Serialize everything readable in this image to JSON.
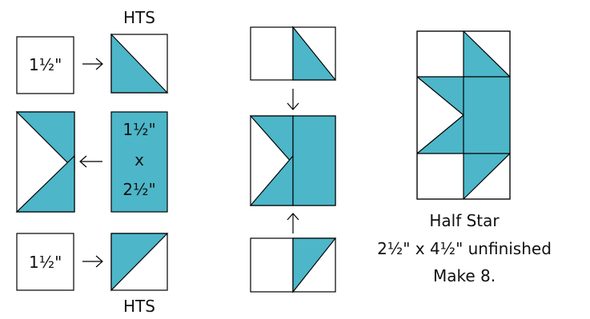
{
  "labels": {
    "hts_top": "HTS",
    "hts_bottom": "HTS",
    "square_top": "1½\"",
    "square_bottom": "1½\"",
    "rect_line1": "1½\"",
    "rect_line2": "x",
    "rect_line3": "2½\""
  },
  "caption": {
    "title": "Half Star",
    "size": "2½\" x 4½\" unfinished",
    "count": "Make 8."
  },
  "colors": {
    "teal": "#4db6c9",
    "line": "#000000",
    "background": "#ffffff"
  },
  "icons": {
    "arrow_right": "arrow-right-icon",
    "arrow_left": "arrow-left-icon",
    "arrow_down": "arrow-down-icon",
    "arrow_up": "arrow-up-icon"
  }
}
